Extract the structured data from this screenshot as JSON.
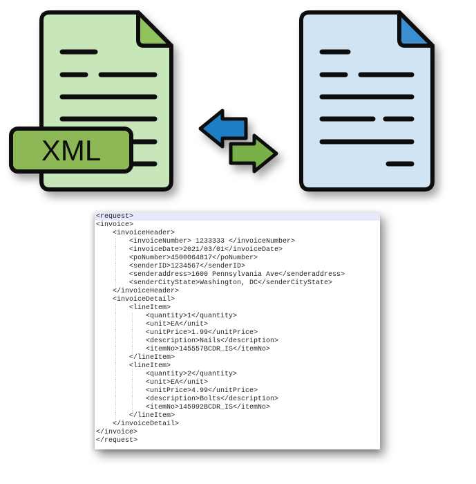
{
  "badge": {
    "label": "XML"
  },
  "colors": {
    "xml_doc_fill": "#c7e6ba",
    "xml_doc_fold": "#92c25d",
    "xml_badge": "#8cb955",
    "doc_fill": "#d0e4f4",
    "doc_fold": "#3a8fd0",
    "arrow_blue": "#1f7fc4",
    "arrow_green": "#79b04a",
    "outline": "#111111"
  },
  "icons": {
    "left": "xml-file-icon",
    "right": "document-file-icon",
    "middle": "exchange-arrows-icon"
  },
  "code": {
    "lines": [
      {
        "indent": 0,
        "text": "<request>"
      },
      {
        "indent": 0,
        "text": "<invoice>"
      },
      {
        "indent": 1,
        "text": "<invoiceHeader>"
      },
      {
        "indent": 2,
        "text": "<invoiceNumber> 1233333 </invoiceNumber>"
      },
      {
        "indent": 2,
        "text": "<invoiceDate>2021/03/01</invoiceDate>"
      },
      {
        "indent": 2,
        "text": "<poNumber>4500064817</poNumber>"
      },
      {
        "indent": 2,
        "text": "<senderID>1234567</senderID>"
      },
      {
        "indent": 2,
        "text": "<senderaddress>1600 Pennsylvania Ave</senderaddress>"
      },
      {
        "indent": 2,
        "text": "<senderCityState>Washington, DC</senderCityState>"
      },
      {
        "indent": 1,
        "text": "</invoiceHeader>"
      },
      {
        "indent": 1,
        "text": "<invoiceDetail>"
      },
      {
        "indent": 2,
        "text": "<lineItem>"
      },
      {
        "indent": 3,
        "text": "<quantity>1</quantity>"
      },
      {
        "indent": 3,
        "text": "<unit>EA</unit>"
      },
      {
        "indent": 3,
        "text": "<unitPrice>1.99</unitPrice>"
      },
      {
        "indent": 3,
        "text": "<description>Nails</description>"
      },
      {
        "indent": 3,
        "text": "<itemNo>145557BCDR_IS</itemNo>"
      },
      {
        "indent": 2,
        "text": "</lineItem>"
      },
      {
        "indent": 2,
        "text": "<lineItem>"
      },
      {
        "indent": 3,
        "text": "<quantity>2</quantity>"
      },
      {
        "indent": 3,
        "text": "<unit>EA</unit>"
      },
      {
        "indent": 3,
        "text": "<unitPrice>4.99</unitPrice>"
      },
      {
        "indent": 3,
        "text": "<description>Bolts</description>"
      },
      {
        "indent": 3,
        "text": "<itemNo>145992BCDR_IS</itemNo>"
      },
      {
        "indent": 2,
        "text": "</lineItem>"
      },
      {
        "indent": 1,
        "text": "</invoiceDetail>"
      },
      {
        "indent": 0,
        "text": "</invoice>"
      },
      {
        "indent": 0,
        "text": "</request>"
      }
    ]
  }
}
